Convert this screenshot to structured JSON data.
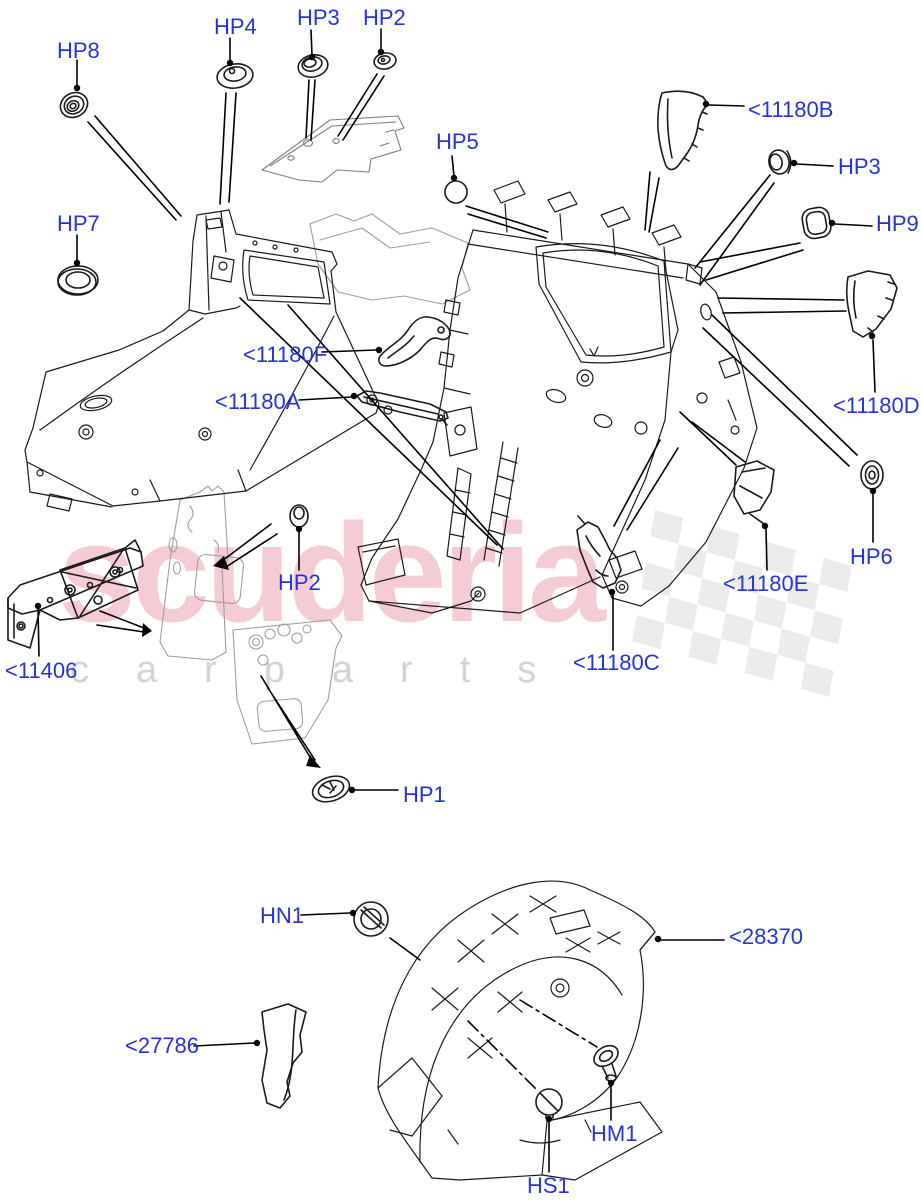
{
  "diagram": {
    "type": "exploded-parts-diagram",
    "labels": [
      {
        "id": "hp8",
        "text": "HP8"
      },
      {
        "id": "hp4",
        "text": "HP4"
      },
      {
        "id": "hp3-top",
        "text": "HP3"
      },
      {
        "id": "hp2-top",
        "text": "HP2"
      },
      {
        "id": "hp5",
        "text": "HP5"
      },
      {
        "id": "11180b",
        "text": "<11180B"
      },
      {
        "id": "hp3-right",
        "text": "HP3"
      },
      {
        "id": "hp9",
        "text": "HP9"
      },
      {
        "id": "hp7",
        "text": "HP7"
      },
      {
        "id": "11180f",
        "text": "<11180F"
      },
      {
        "id": "11180a",
        "text": "<11180A"
      },
      {
        "id": "11180d",
        "text": "<11180D"
      },
      {
        "id": "hp6",
        "text": "HP6"
      },
      {
        "id": "11180e",
        "text": "<11180E"
      },
      {
        "id": "hp2-mid",
        "text": "HP2"
      },
      {
        "id": "11406",
        "text": "<11406"
      },
      {
        "id": "11180c",
        "text": "<11180C"
      },
      {
        "id": "hp1",
        "text": "HP1"
      },
      {
        "id": "hn1",
        "text": "HN1"
      },
      {
        "id": "28370",
        "text": "<28370"
      },
      {
        "id": "27786",
        "text": "<27786"
      },
      {
        "id": "hm1",
        "text": "HM1"
      },
      {
        "id": "hs1",
        "text": "HS1"
      }
    ]
  },
  "watermark": {
    "brand": "scuderia",
    "subtext": "carparts"
  },
  "colors": {
    "label_blue": "#2433db",
    "line_black": "#1a1a1a",
    "ghost_gray": "#9e9e9e",
    "watermark_pink": "#e45a72",
    "watermark_gray": "#bdbdbd",
    "checker_gray": "#dadada",
    "background": "#ffffff"
  }
}
